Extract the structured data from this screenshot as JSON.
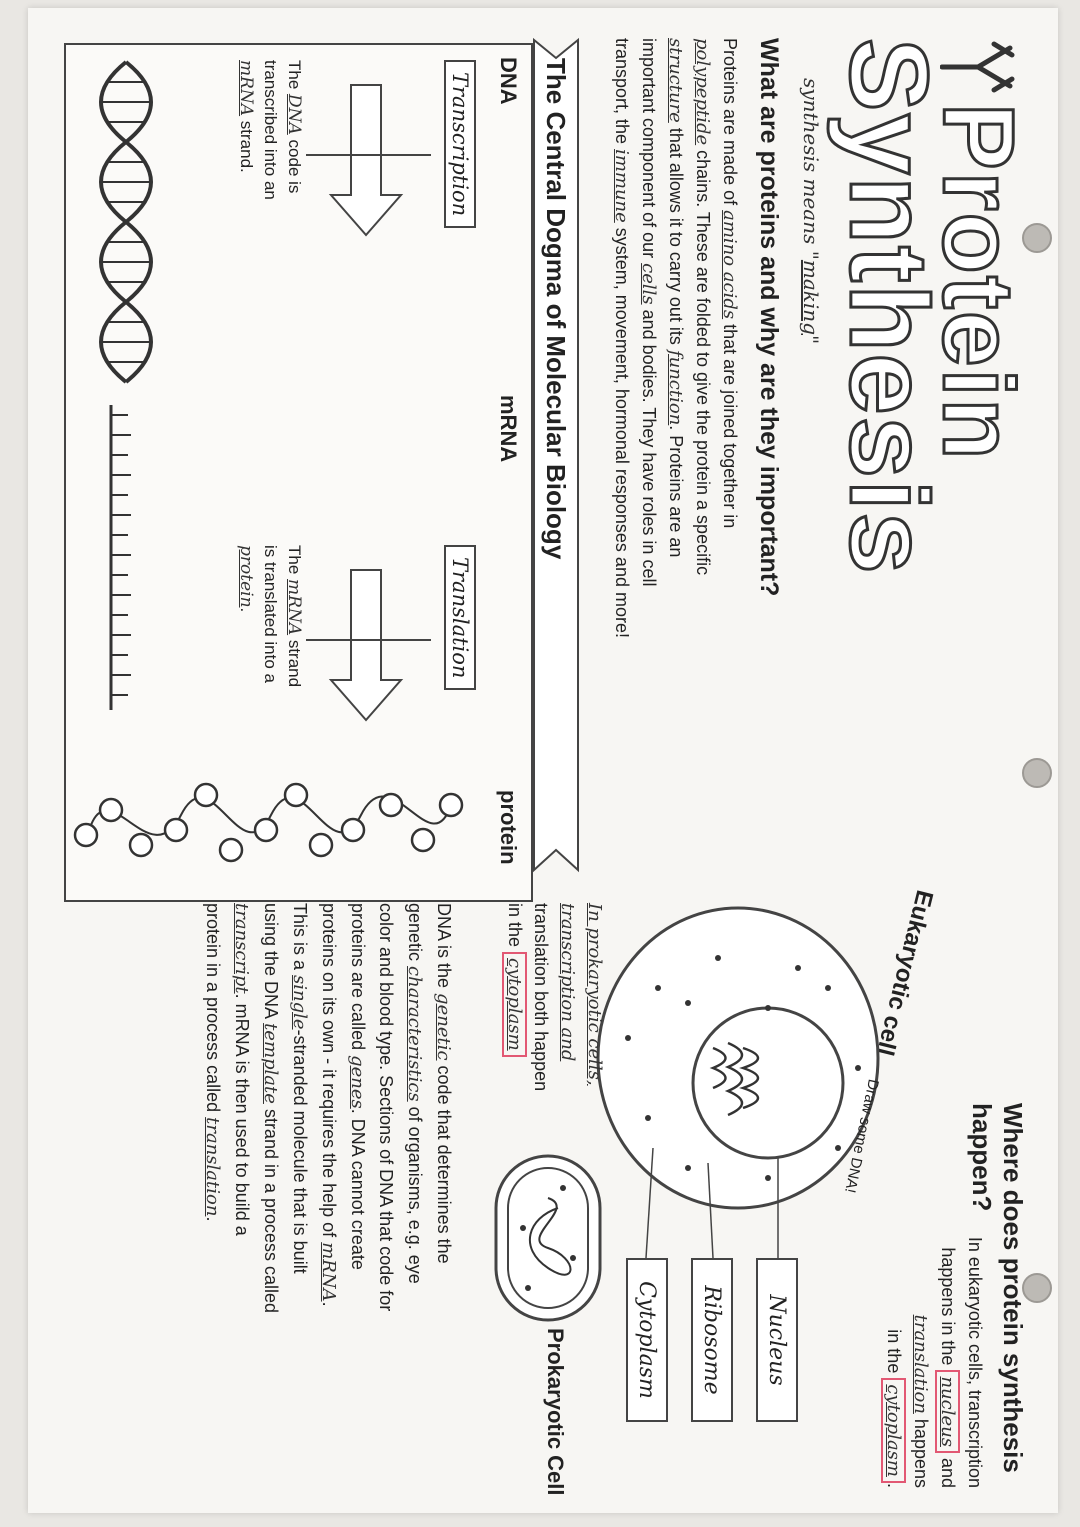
{
  "title": {
    "line1": "Protein",
    "line2": "Synthesis"
  },
  "note": {
    "prefix": "synthesis means \"",
    "word": "making",
    "suffix": "\""
  },
  "q1": {
    "heading": "What are proteins and why are they important?",
    "lines": [
      [
        "Proteins are made of ",
        "amino acids",
        " that are joined together in"
      ],
      [
        "",
        "polypeptide",
        " chains. These are folded to give the protein a specific"
      ],
      [
        "",
        "structure",
        " that allows it to carry out its ",
        "function",
        ". Proteins are an"
      ],
      [
        "important component of our ",
        "cells",
        " and bodies. They have roles in cell"
      ],
      [
        "transport, the ",
        "immune",
        " system, movement, hormonal responses and more!"
      ]
    ]
  },
  "dogma": {
    "heading": "The Central Dogma of Molecular Biology",
    "dna": "DNA",
    "mrna": "mRNA",
    "protein": "protein",
    "transcription": "Transcription",
    "translation": "Translation",
    "left_text": [
      "The ",
      "DNA",
      " code is",
      "transcribed into an",
      "mRNA",
      " strand."
    ],
    "right_text": [
      "The ",
      "mRNA",
      " strand",
      "is translated into a",
      "protein",
      "."
    ]
  },
  "q2": {
    "heading": "Where does protein synthesis happen?",
    "intro": [
      "In eukaryotic cells, transcription",
      "happens in the ",
      "nucleus",
      " and",
      "translation",
      " happens",
      "in the ",
      "cytoplasm",
      "."
    ],
    "labels": {
      "nucleus": "Nucleus",
      "ribosome": "Ribosome",
      "cytoplasm": "Cytoplasm"
    },
    "eukaryotic": "Eukaryotic cell",
    "draw_dna": "Draw some DNA!",
    "prokaryotic": "Prokaryotic Cell",
    "pro_text": [
      "In prokaryotic cells,",
      "transcription and",
      "translation both happen",
      "in the ",
      "cytoplasm"
    ]
  },
  "dna_para": [
    [
      "DNA is the ",
      "genetic",
      " code that determines the"
    ],
    [
      "genetic ",
      "characteristics",
      " of organisms, e.g. eye"
    ],
    [
      "color and blood type. Sections of DNA that code for"
    ],
    [
      "proteins are called ",
      "genes",
      ". DNA cannot create"
    ],
    [
      "proteins on its own - it requires the help of ",
      "mRNA",
      "."
    ],
    [
      "This is a ",
      "single",
      "-stranded molecule that is built"
    ],
    [
      "using the DNA ",
      "template",
      " strand in a process called"
    ],
    [
      "",
      "transcript",
      ". mRNA is then used to build a"
    ],
    [
      "protein in a process called ",
      "translation",
      "."
    ]
  ]
}
